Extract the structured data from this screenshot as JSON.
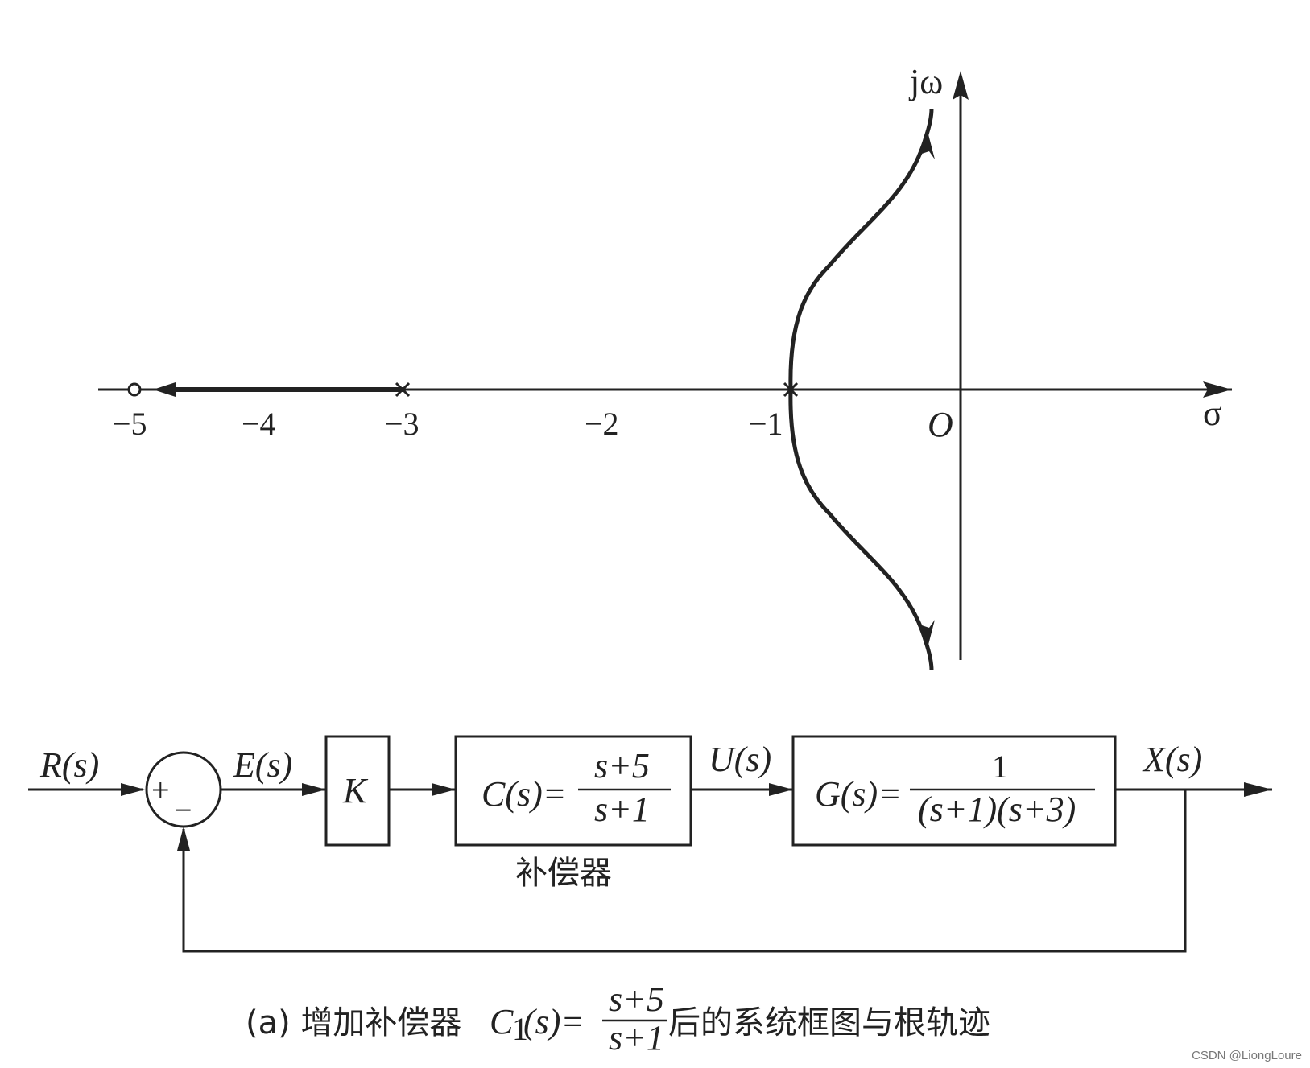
{
  "root_locus": {
    "axis_labels": {
      "real": "σ",
      "imag": "jω",
      "origin": "O"
    },
    "ticks": [
      {
        "value": -5,
        "label": "−5"
      },
      {
        "value": -4,
        "label": "−4"
      },
      {
        "value": -3,
        "label": "−3"
      },
      {
        "value": -2,
        "label": "−2"
      },
      {
        "value": -1,
        "label": "−1"
      }
    ],
    "poles": [
      -1,
      -3
    ],
    "zeros": [
      -5
    ]
  },
  "block_diagram": {
    "input": "R(s)",
    "error": "E(s)",
    "gain": "K",
    "compensator": {
      "lhs": "C(s)=",
      "num": "s+5",
      "den": "s+1",
      "caption": "补偿器"
    },
    "control": "U(s)",
    "plant": {
      "lhs": "G(s)=",
      "num": "1",
      "den": "(s+1)(s+3)"
    },
    "output": "X(s)",
    "sum_plus": "+",
    "sum_minus": "−"
  },
  "caption": {
    "prefix": "(a) 增加补偿器",
    "func": "C",
    "sub": "1",
    "arg": "(s)=",
    "num": "s+5",
    "den": "s+1",
    "suffix": "后的系统框图与根轨迹"
  },
  "watermark": "CSDN @LiongLoure"
}
